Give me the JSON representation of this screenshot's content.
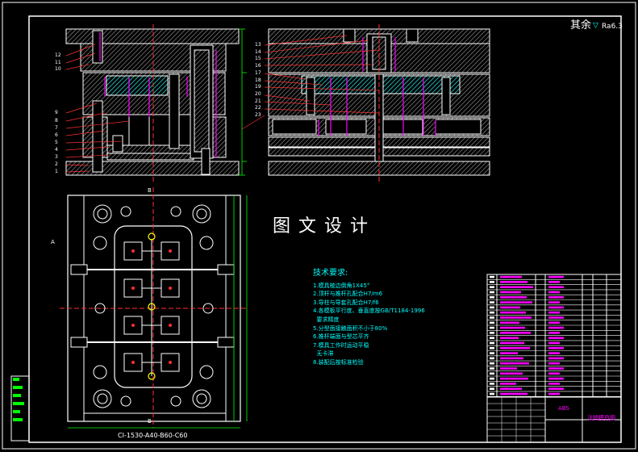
{
  "title_block": {
    "remainder_note": "其余",
    "roughness": "Ra6.3",
    "watermark": "图文设计",
    "material": "ABS",
    "part_name": "注塑模具图",
    "bottom_left_mark": "",
    "sheet_spec": "CI-1530-A40-B60-C60"
  },
  "section_marks": {
    "top_b": "B",
    "bottom_b": "B",
    "left_a": "A"
  },
  "tech_requirements": {
    "heading": "技术要求:",
    "items": [
      "1.模具棱边倒角1X45°",
      "2.顶杆与推杆孔配合H7/m6",
      "3.导柱与导套孔配合H7/f6",
      "4.各模板平行度、垂直度按GB/T1184-1996",
      "  要求精度",
      "5.分型面接触面积不小于80%",
      "6.推杆端面与型芯平齐",
      "7.模具工作时运动平稳",
      "  无卡滞",
      "8.装配后按标准检验"
    ]
  },
  "left_balloons": [
    "12",
    "11",
    "10",
    "9",
    "8",
    "7",
    "6",
    "5",
    "4",
    "3",
    "2",
    "1"
  ],
  "right_balloons": [
    "13",
    "14",
    "15",
    "16",
    "17",
    "18",
    "19",
    "20",
    "21",
    "22",
    "23"
  ],
  "colors": {
    "background": "#000000",
    "outline": "#ffffff",
    "hatch": "#8a8a8a",
    "cavity": "#00c8c8",
    "accent": "#ff00ff",
    "leader": "#ff3030",
    "dimension": "#00ff00",
    "text_cyan": "#00ffff",
    "yellow": "#ffff00"
  }
}
